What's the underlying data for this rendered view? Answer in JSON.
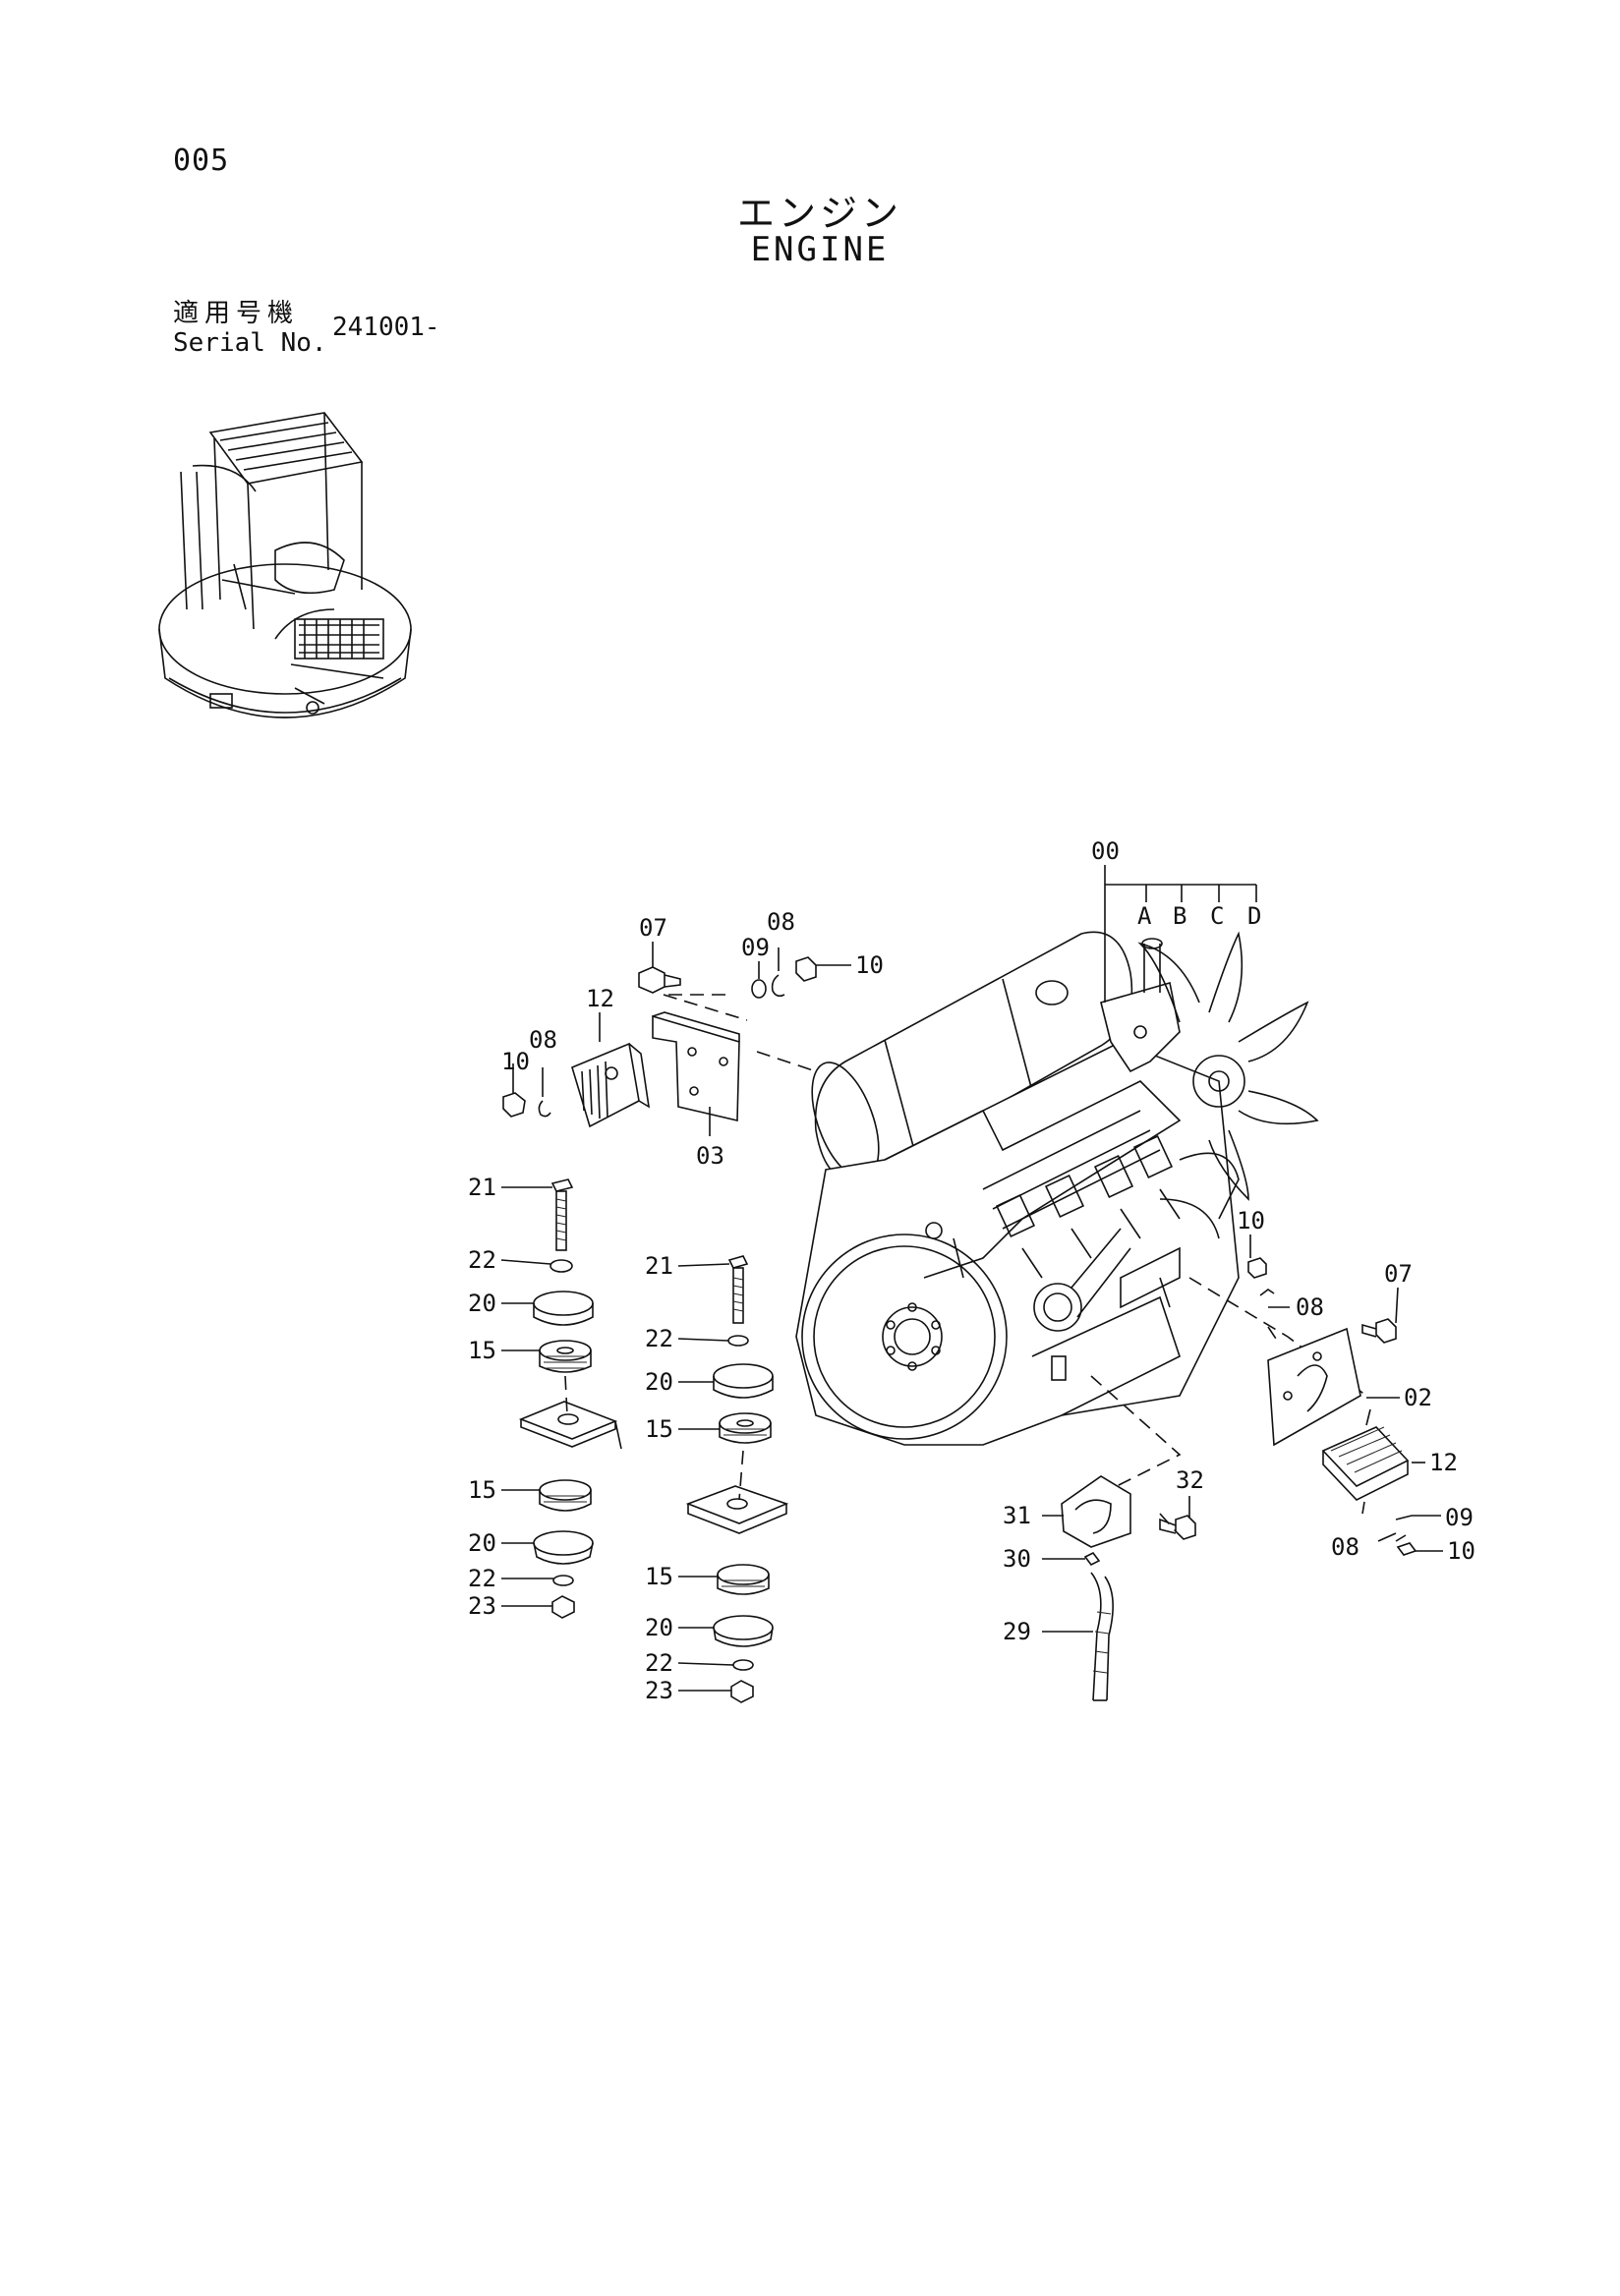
{
  "page_number": "005",
  "title_jp": "エンジン",
  "title_en": "ENGINE",
  "serial": {
    "label_jp": "適用号機",
    "label_en": "Serial No.",
    "value": "241001-"
  },
  "callouts": {
    "c00": "00",
    "cA": "A",
    "cB": "B",
    "cC": "C",
    "cD": "D",
    "c07a": "07",
    "c08a": "08",
    "c09a": "09",
    "c10a": "10",
    "c12a": "12",
    "c10b": "10",
    "c08b": "08",
    "c03": "03",
    "c21a": "21",
    "c22a": "22",
    "c20a": "20",
    "c15a": "15",
    "c15b": "15",
    "c20b": "20",
    "c22b": "22",
    "c23a": "23",
    "c21b": "21",
    "c22c": "22",
    "c20c": "20",
    "c15c": "15",
    "c15d": "15",
    "c20d": "20",
    "c22d": "22",
    "c23b": "23",
    "c10c": "10",
    "c08c": "08",
    "c07b": "07",
    "c02": "02",
    "c12b": "12",
    "c09b": "09",
    "c08d": "08",
    "c10d": "10",
    "c32": "32",
    "c31": "31",
    "c30": "30",
    "c29": "29"
  }
}
